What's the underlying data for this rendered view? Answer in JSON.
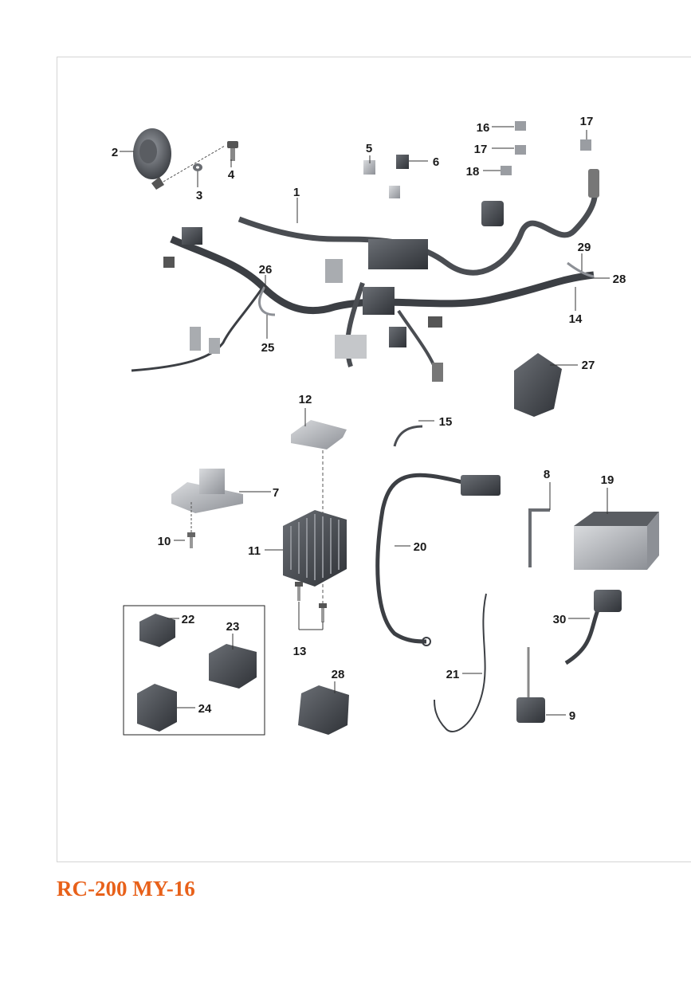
{
  "title": "RC-200 MY-16",
  "colors": {
    "title": "#e8611a",
    "part_dark": "#4a4d52",
    "part_mid": "#7a7e84",
    "part_light": "#b4b7bb"
  },
  "callouts": {
    "c1": "1",
    "c2": "2",
    "c3": "3",
    "c4": "4",
    "c5": "5",
    "c6": "6",
    "c7": "7",
    "c8": "8",
    "c9": "9",
    "c10": "10",
    "c11": "11",
    "c12": "12",
    "c13": "13",
    "c14": "14",
    "c15": "15",
    "c16": "16",
    "c17a": "17",
    "c17b": "17",
    "c18": "18",
    "c19": "19",
    "c20": "20",
    "c21": "21",
    "c22": "22",
    "c23": "23",
    "c24": "24",
    "c25": "25",
    "c26": "26",
    "c27": "27",
    "c28a": "28",
    "c28b": "28",
    "c29": "29",
    "c30": "30"
  }
}
